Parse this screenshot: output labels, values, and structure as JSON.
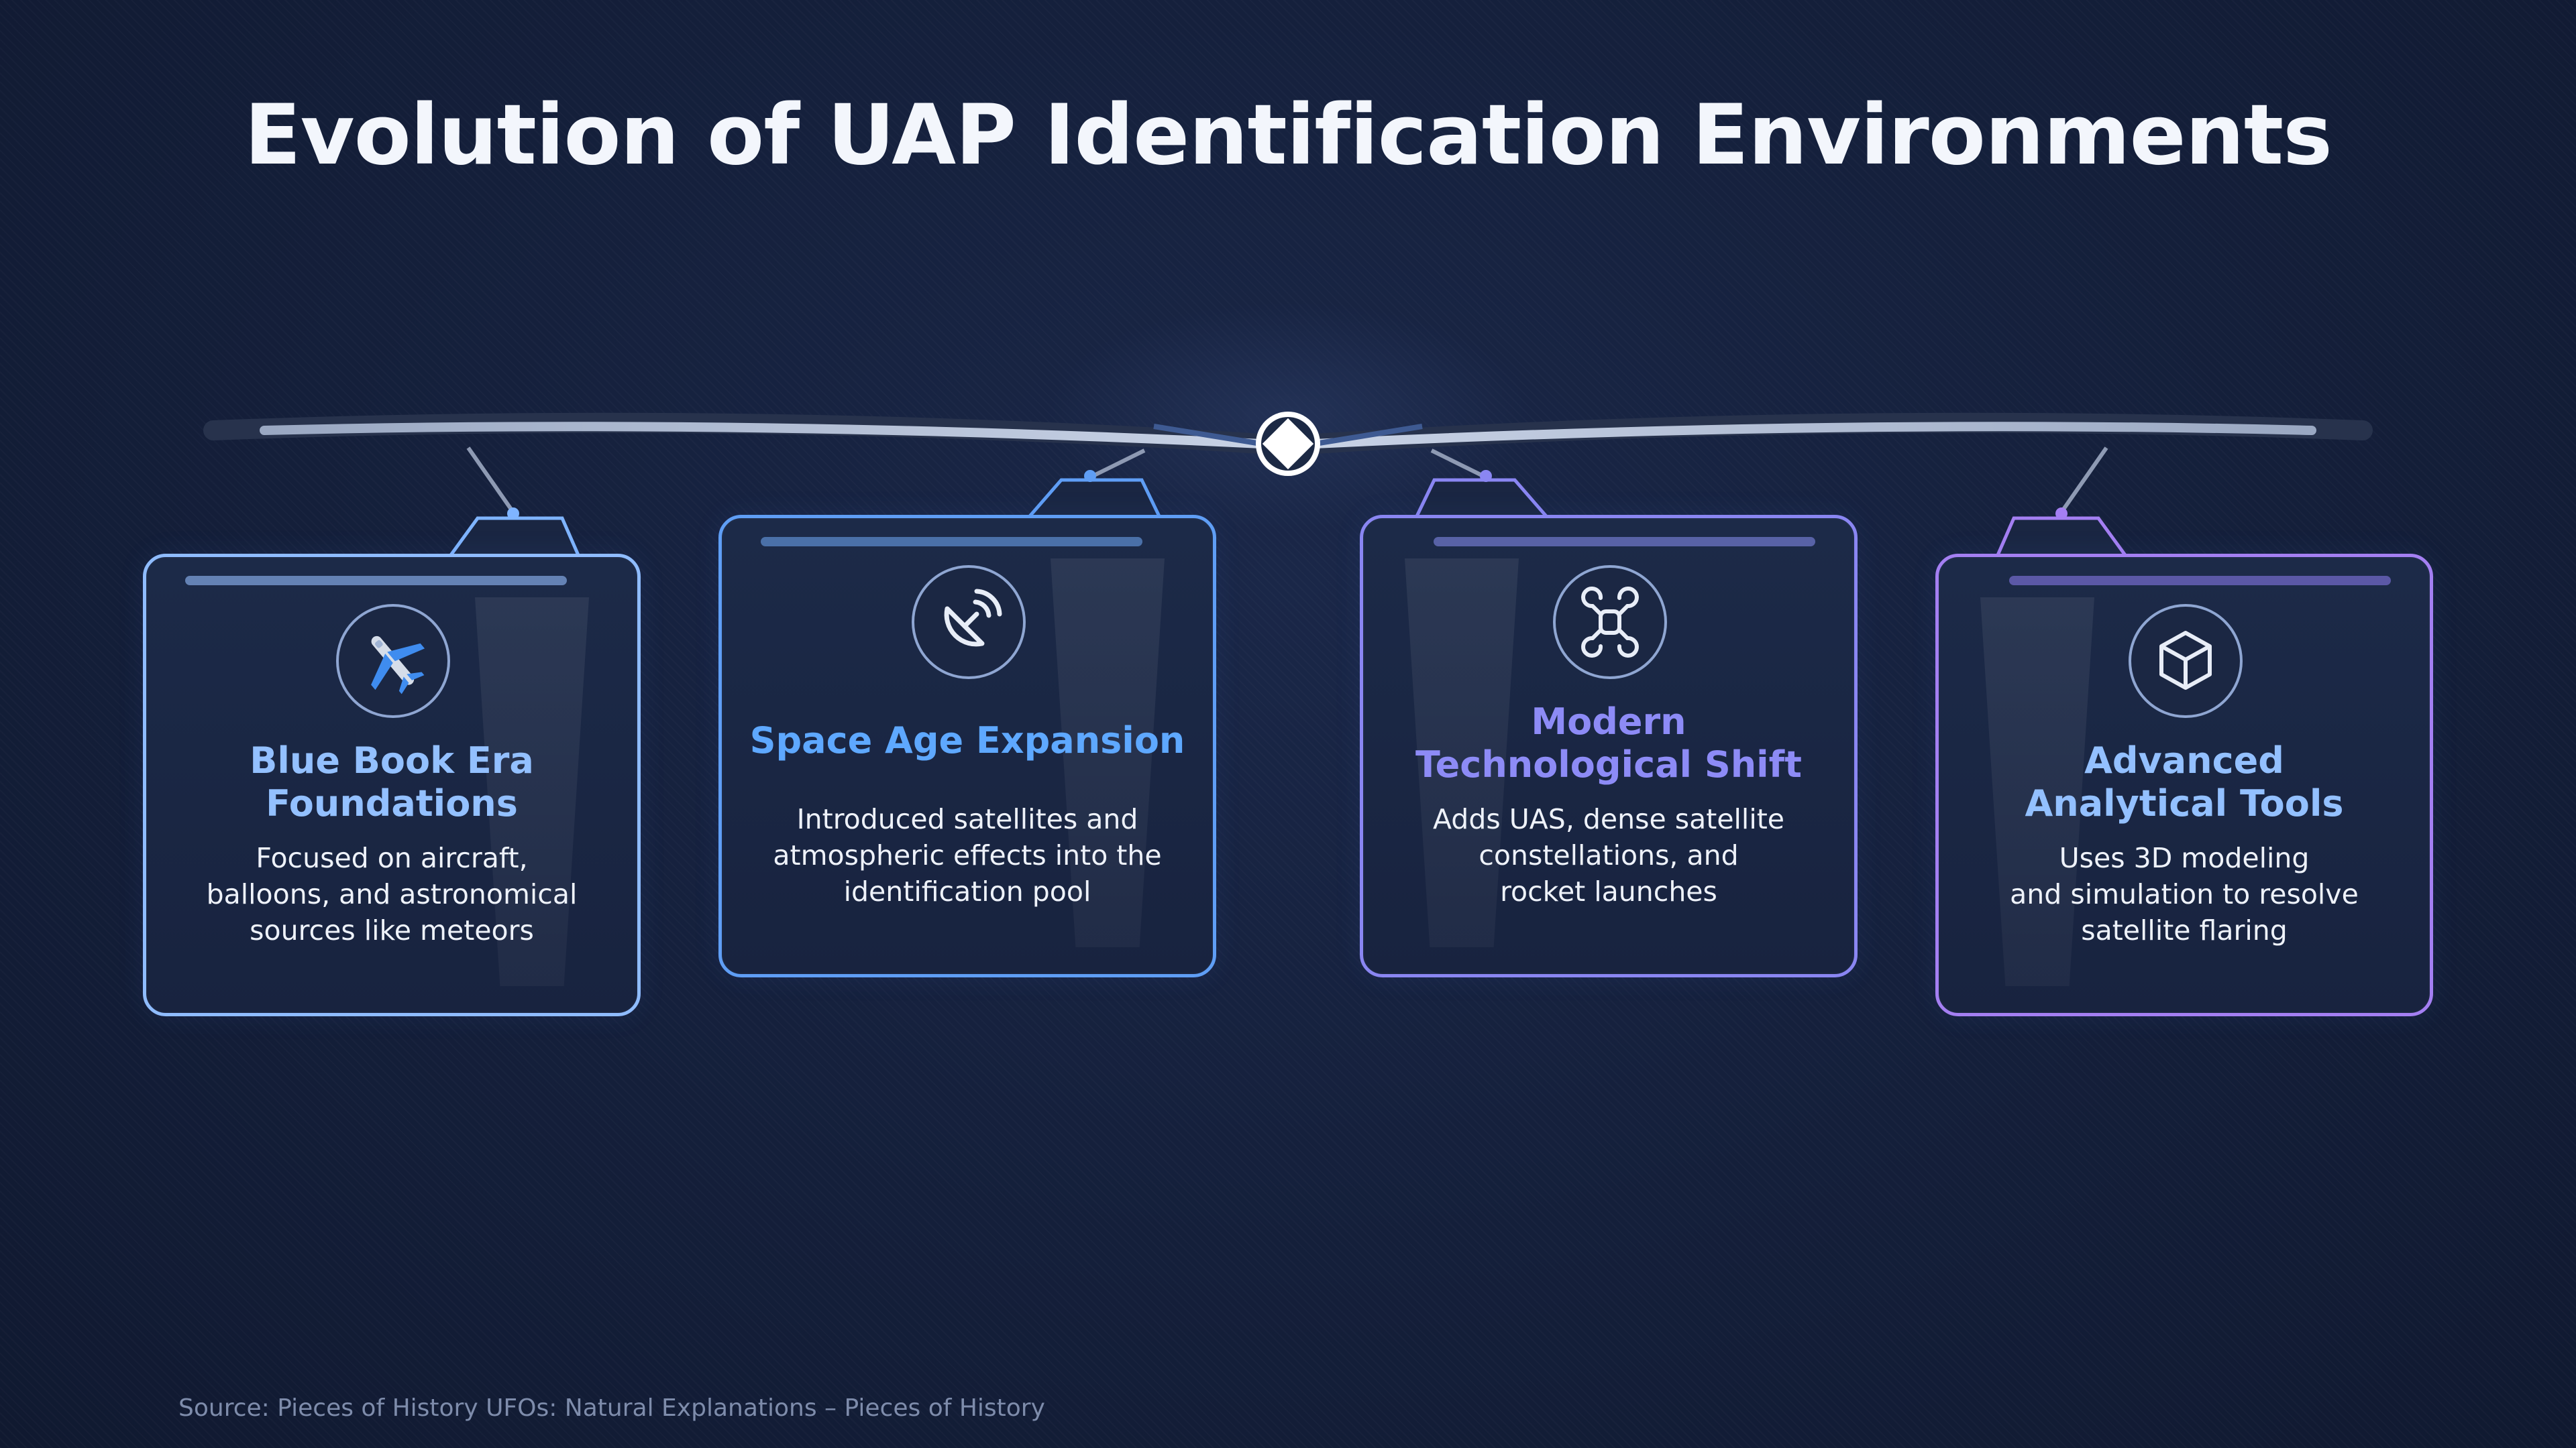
{
  "title": "Evolution of UAP Identification Environments",
  "cards": [
    {
      "title": "Blue Book Era\nFoundations",
      "body": "Focused on aircraft,\nballoons, and astronomical\nsources like meteors",
      "icon": "airplane-icon",
      "accent": "#7fb4ff",
      "title_color": "#93c0ff",
      "bar_color": "#6482b4"
    },
    {
      "title": "Space Age Expansion",
      "body": "Introduced satellites and\natmospheric effects into the\nidentification pool",
      "icon": "satellite-dish-icon",
      "accent": "#5f9ef5",
      "title_color": "#5ea8ff",
      "bar_color": "#4a70a8"
    },
    {
      "title": "Modern\nTechnological Shift",
      "body": "Adds UAS, dense satellite\nconstellations, and\nrocket launches",
      "icon": "drone-icon",
      "accent": "#8a86f2",
      "title_color": "#8d8bf6",
      "bar_color": "#5862a6"
    },
    {
      "title": "Advanced\nAnalytical Tools",
      "body": "Uses 3D modeling\nand simulation to resolve\nsatellite flaring",
      "icon": "cube-icon",
      "accent": "#a47ff2",
      "title_color": "#93c0ff",
      "bar_color": "#5b58a6"
    }
  ],
  "source": "Source: Pieces of History UFOs: Natural Explanations – Pieces of History"
}
